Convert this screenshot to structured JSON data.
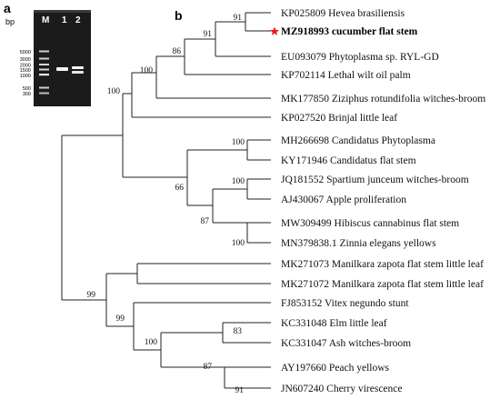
{
  "panels": {
    "a": "a",
    "b": "b"
  },
  "gel": {
    "unit": "bp",
    "lanes": [
      "M",
      "1",
      "2"
    ],
    "ladder": [
      "5000",
      "3000",
      "2000",
      "1500",
      "1000",
      "500",
      "300"
    ]
  },
  "tree": {
    "highlight_color": "#e81c1c",
    "highlight_icon": "star-icon",
    "taxa": [
      {
        "label": "KP025809 Hevea brasiliensis"
      },
      {
        "label": "MZ918993 cucumber flat stem",
        "bold": true
      },
      {
        "label": "EU093079 Phytoplasma sp. RYL-GD"
      },
      {
        "label": "KP702114 Lethal wilt oil palm"
      },
      {
        "label": "MK177850 Ziziphus rotundifolia witches-broom"
      },
      {
        "label": "KP027520 Brinjal little leaf"
      },
      {
        "label": "MH266698 Candidatus Phytoplasma"
      },
      {
        "label": "KY171946 Candidatus flat stem"
      },
      {
        "label": "JQ181552 Spartium junceum witches-broom"
      },
      {
        "label": "AJ430067 Apple proliferation"
      },
      {
        "label": "MW309499 Hibiscus cannabinus flat stem"
      },
      {
        "label": "MN379838.1 Zinnia elegans yellows"
      },
      {
        "label": "MK271073 Manilkara zapota flat stem little leaf"
      },
      {
        "label": "MK271072 Manilkara zapota flat stem little leaf"
      },
      {
        "label": "FJ853152 Vitex negundo stunt"
      },
      {
        "label": "KC331048 Elm little leaf"
      },
      {
        "label": "KC331047 Ash witches-broom"
      },
      {
        "label": "AY197660 Peach yellows"
      },
      {
        "label": "JN607240 Cherry virescence"
      }
    ],
    "bootstrap": [
      "91",
      "91",
      "86",
      "100",
      "100",
      "100",
      "100",
      "87",
      "100",
      "66",
      "99",
      "99",
      "100",
      "83",
      "87",
      "91"
    ]
  }
}
